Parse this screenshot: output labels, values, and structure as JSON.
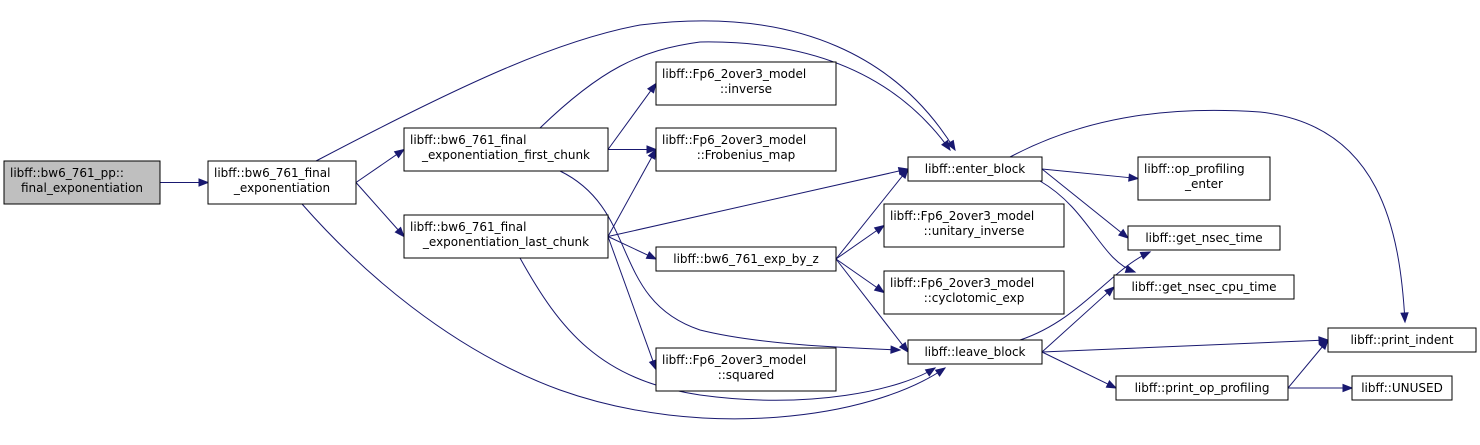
{
  "colors": {
    "edge": "#191970",
    "node_fill": "#ffffff",
    "root_fill": "#bfbfbf",
    "node_border": "#000000"
  },
  "nodes": {
    "pp_final": {
      "lines": [
        "libff::bw6_761_pp::",
        "final_exponentiation"
      ],
      "root": true
    },
    "final_exp": {
      "lines": [
        "libff::bw6_761_final",
        "_exponentiation"
      ]
    },
    "first_chunk": {
      "lines": [
        "libff::bw6_761_final",
        "_exponentiation_first_chunk"
      ]
    },
    "last_chunk": {
      "lines": [
        "libff::bw6_761_final",
        "_exponentiation_last_chunk"
      ]
    },
    "inverse": {
      "lines": [
        "libff::Fp6_2over3_model",
        "::inverse"
      ]
    },
    "frobenius": {
      "lines": [
        "libff::Fp6_2over3_model",
        "::Frobenius_map"
      ]
    },
    "exp_by_z": {
      "lines": [
        "libff::bw6_761_exp_by_z"
      ]
    },
    "squared": {
      "lines": [
        "libff::Fp6_2over3_model",
        "::squared"
      ]
    },
    "enter_block": {
      "lines": [
        "libff::enter_block"
      ]
    },
    "leave_block": {
      "lines": [
        "libff::leave_block"
      ]
    },
    "unitary_inverse": {
      "lines": [
        "libff::Fp6_2over3_model",
        "::unitary_inverse"
      ]
    },
    "cyclotomic_exp": {
      "lines": [
        "libff::Fp6_2over3_model",
        "::cyclotomic_exp"
      ]
    },
    "op_prof_enter": {
      "lines": [
        "libff::op_profiling",
        "_enter"
      ]
    },
    "get_nsec_time": {
      "lines": [
        "libff::get_nsec_time"
      ]
    },
    "get_nsec_cpu_time": {
      "lines": [
        "libff::get_nsec_cpu_time"
      ]
    },
    "print_op_profiling": {
      "lines": [
        "libff::print_op_profiling"
      ]
    },
    "print_indent": {
      "lines": [
        "libff::print_indent"
      ]
    },
    "unused": {
      "lines": [
        "libff::UNUSED"
      ]
    }
  },
  "edges": [
    [
      "pp_final",
      "final_exp"
    ],
    [
      "final_exp",
      "first_chunk"
    ],
    [
      "final_exp",
      "last_chunk"
    ],
    [
      "final_exp",
      "enter_block"
    ],
    [
      "final_exp",
      "leave_block"
    ],
    [
      "first_chunk",
      "inverse"
    ],
    [
      "first_chunk",
      "frobenius"
    ],
    [
      "first_chunk",
      "enter_block"
    ],
    [
      "first_chunk",
      "leave_block"
    ],
    [
      "last_chunk",
      "frobenius"
    ],
    [
      "last_chunk",
      "exp_by_z"
    ],
    [
      "last_chunk",
      "squared"
    ],
    [
      "last_chunk",
      "enter_block"
    ],
    [
      "last_chunk",
      "leave_block"
    ],
    [
      "exp_by_z",
      "unitary_inverse"
    ],
    [
      "exp_by_z",
      "cyclotomic_exp"
    ],
    [
      "exp_by_z",
      "enter_block"
    ],
    [
      "exp_by_z",
      "leave_block"
    ],
    [
      "enter_block",
      "op_prof_enter"
    ],
    [
      "enter_block",
      "get_nsec_time"
    ],
    [
      "enter_block",
      "get_nsec_cpu_time"
    ],
    [
      "enter_block",
      "print_indent"
    ],
    [
      "leave_block",
      "get_nsec_time"
    ],
    [
      "leave_block",
      "get_nsec_cpu_time"
    ],
    [
      "leave_block",
      "print_indent"
    ],
    [
      "leave_block",
      "print_op_profiling"
    ],
    [
      "print_op_profiling",
      "print_indent"
    ],
    [
      "print_op_profiling",
      "unused"
    ]
  ]
}
